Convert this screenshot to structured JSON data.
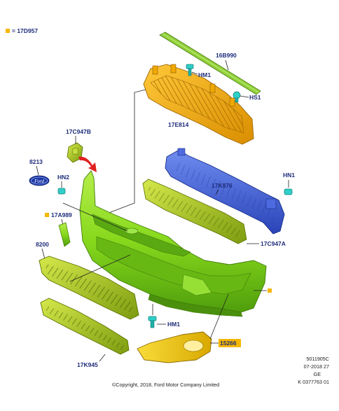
{
  "legend": {
    "symbol_color": "#f5b800",
    "text": "= 17D957"
  },
  "labels": {
    "strip": "16B990",
    "screw_top": "HM1",
    "clip_hs1": "HS1",
    "absorber_upper": "17E814",
    "bracket_left": "17C947B",
    "emblem_part": "8213",
    "nut_hn2": "HN2",
    "reinforcement": "17K876",
    "nut_hn1": "HN1",
    "side_bracket": "17A989",
    "lower_absorber": "17C947A",
    "grille_upper": "8200",
    "screw_bottom": "HM1",
    "fog_bezel": "15266",
    "grille_lower": "17K945"
  },
  "emblem_text": "Ford",
  "footer": {
    "copyright": "©Copyright, 2018, Ford Motor Company Limited",
    "ref_line1": "5011905C",
    "ref_line2": "07-2018 27",
    "ref_line3": "GE",
    "ref_line4": "K 0377763 01"
  },
  "colors": {
    "label_text": "#1d2c7a",
    "highlight_box": "#f5b800",
    "bumper_green": "#7fd21a",
    "absorber_orange": "#f0a800",
    "reinforcement_blue": "#3f5fd8",
    "fastener_cyan": "#2fd0c8",
    "grille_olive": "#a8c81e",
    "bezel_yellow": "#f2c40a"
  }
}
